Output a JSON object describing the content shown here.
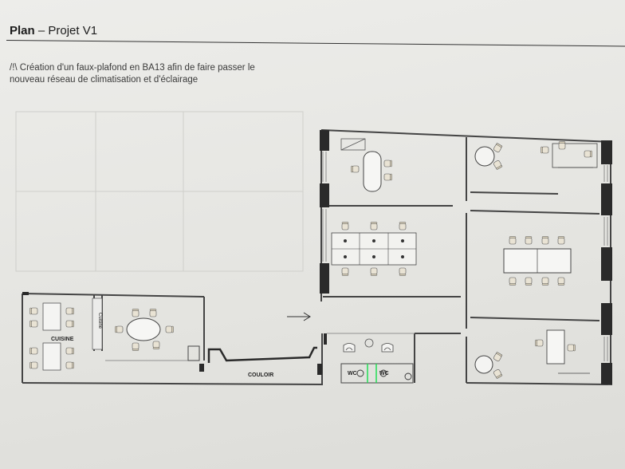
{
  "header": {
    "title_bold": "Plan",
    "title_rest": " – Projet V1",
    "note_line1": "/!\\ Création d'un faux-plafond en BA13 afin de faire passer le",
    "note_line2": "nouveau réseau de climatisation et d'éclairage"
  },
  "plan": {
    "room_kitchen": "CUISINE",
    "room_corridor": "COULOIR",
    "wc1": "WC",
    "wc2": "WC",
    "kitchen_unit": "Cuisine",
    "wall_color": "#2a2a2a",
    "line_color": "#444444"
  }
}
